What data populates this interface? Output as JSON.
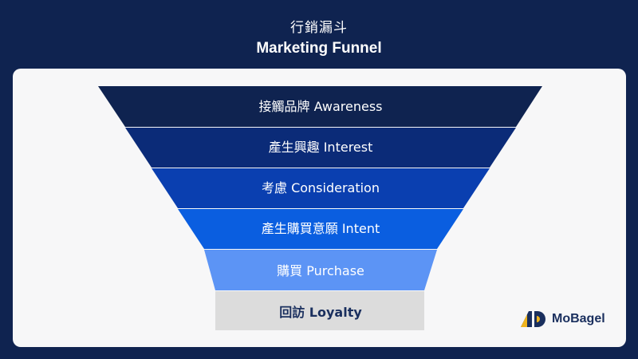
{
  "header": {
    "title_cn": "行銷漏斗",
    "title_en": "Marketing Funnel"
  },
  "funnel": {
    "layers": [
      {
        "label": "接觸品牌 Awareness",
        "color": "#0f2350"
      },
      {
        "label": "產生興趣 Interest",
        "color": "#0b2b78"
      },
      {
        "label": "考慮 Consideration",
        "color": "#0a3fb0"
      },
      {
        "label": "產生購買意願 Intent",
        "color": "#0a5ee0"
      },
      {
        "label": "購買 Purchase",
        "color": "#5c94f5"
      },
      {
        "label": "回訪 Loyalty",
        "color": "#dcdcdc"
      }
    ]
  },
  "brand": {
    "logo_text": "MoBagel",
    "colors": {
      "mark_primary": "#1a2f5e",
      "mark_accent": "#f0b41e"
    }
  }
}
